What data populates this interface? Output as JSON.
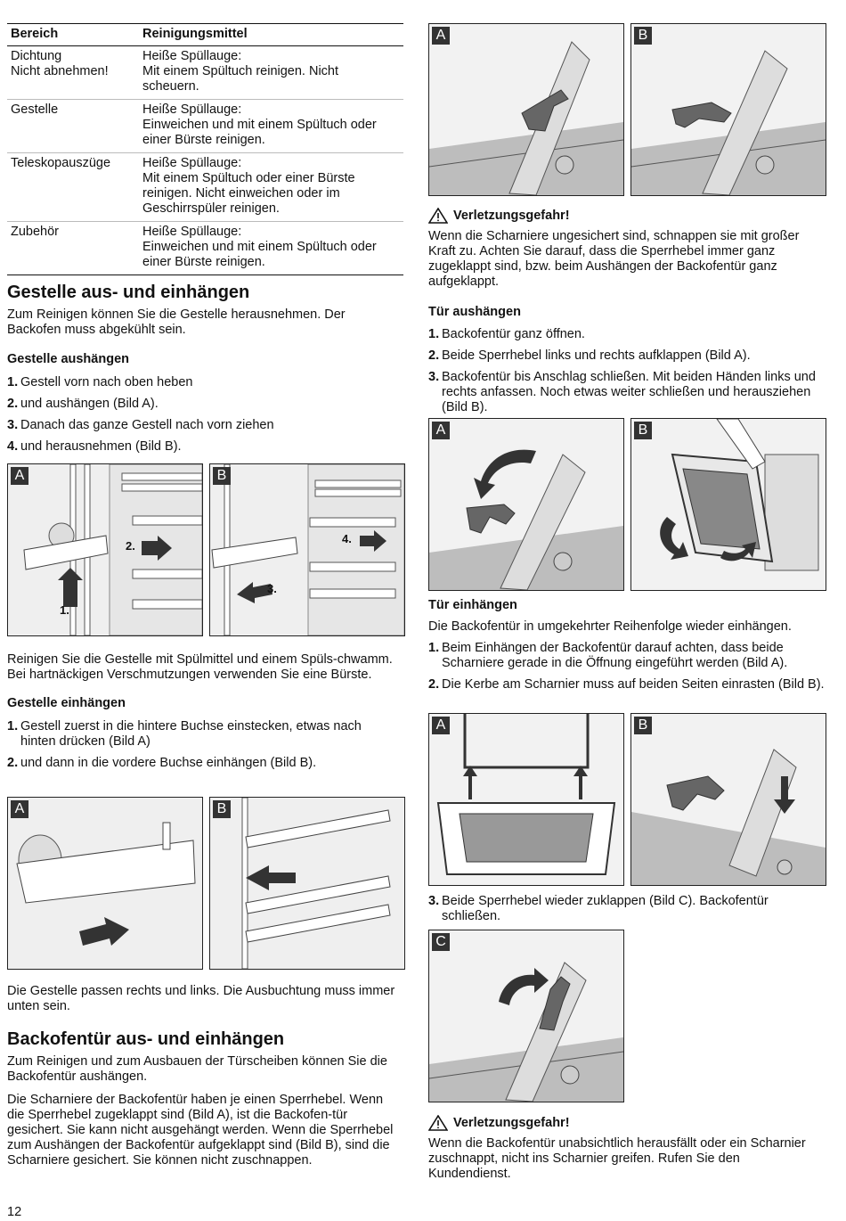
{
  "table": {
    "header": [
      "Bereich",
      "Reinigungsmittel"
    ],
    "rows": [
      {
        "area": [
          "Dichtung",
          "Nicht abnehmen!"
        ],
        "agent": [
          "Heiße Spüllauge:",
          "Mit einem Spültuch reinigen. Nicht",
          "scheuern."
        ]
      },
      {
        "area": [
          "Gestelle"
        ],
        "agent": [
          "Heiße Spüllauge:",
          "Einweichen und mit einem Spültuch oder",
          "einer Bürste reinigen."
        ]
      },
      {
        "area": [
          "Teleskopauszüge"
        ],
        "agent": [
          "Heiße Spüllauge:",
          "Mit einem Spültuch oder einer Bürste",
          "reinigen. Nicht einweichen oder im",
          "Geschirrspüler reinigen."
        ]
      },
      {
        "area": [
          "Zubehör"
        ],
        "agent": [
          "Heiße Spüllauge:",
          "Einweichen und mit einem Spültuch oder",
          "einer Bürste reinigen."
        ]
      }
    ]
  },
  "left": {
    "h_racks": "Gestelle aus- und einhängen",
    "p_racks": "Zum Reinigen können Sie die Gestelle herausnehmen. Der Backofen muss abgekühlt sein.",
    "h_remove": "Gestelle aushängen",
    "remove_steps": [
      {
        "n": "1.",
        "t": "Gestell vorn nach oben heben"
      },
      {
        "n": "2.",
        "t": "und aushängen (Bild A)."
      },
      {
        "n": "3.",
        "t": "Danach das ganze Gestell nach vorn ziehen"
      },
      {
        "n": "4.",
        "t": "und herausnehmen (Bild B)."
      }
    ],
    "fig1": {
      "a": "A",
      "b": "B",
      "l1": "1.",
      "l2": "2.",
      "l3": "3.",
      "l4": "4."
    },
    "p_clean": "Reinigen Sie die Gestelle mit Spülmittel und einem Spüls-chwamm. Bei hartnäckigen Verschmutzungen verwenden Sie eine Bürste.",
    "h_insert": "Gestelle einhängen",
    "insert_steps": [
      {
        "n": "1.",
        "t": "Gestell zuerst in die hintere Buchse einstecken, etwas nach hinten drücken (Bild A)"
      },
      {
        "n": "2.",
        "t": "und dann in die vordere Buchse einhängen (Bild B)."
      }
    ],
    "fig2": {
      "a": "A",
      "b": "B"
    },
    "p_fit": "Die Gestelle passen rechts und links. Die Ausbuchtung muss immer unten sein.",
    "h_door": "Backofentür aus- und einhängen",
    "p_door1": "Zum Reinigen und zum Ausbauen der Türscheiben können Sie die Backofentür aushängen.",
    "p_door2": "Die Scharniere der Backofentür haben je einen Sperrhebel. Wenn die Sperrhebel zugeklappt sind (Bild A), ist die Backofen-tür gesichert. Sie kann nicht ausgehängt werden. Wenn die Sperrhebel zum Aushängen der Backofentür aufgeklappt sind (Bild B), sind die Scharniere gesichert. Sie können nicht zuschnappen."
  },
  "right": {
    "fig3": {
      "a": "A",
      "b": "B"
    },
    "warn1_title": "Verletzungsgefahr!",
    "warn1_text": "Wenn die Scharniere ungesichert sind, schnappen sie mit großer Kraft zu. Achten Sie darauf, dass die Sperrhebel immer ganz zugeklappt sind, bzw. beim Aushängen der Backofentür ganz aufgeklappt.",
    "h_door_remove": "Tür aushängen",
    "door_remove_steps": [
      {
        "n": "1.",
        "t": "Backofentür ganz öffnen."
      },
      {
        "n": "2.",
        "t": "Beide Sperrhebel links und rechts aufklappen (Bild A)."
      },
      {
        "n": "3.",
        "t": "Backofentür bis Anschlag schließen. Mit beiden Händen links und rechts anfassen. Noch etwas weiter schließen und herausziehen (Bild B)."
      }
    ],
    "fig4": {
      "a": "A",
      "b": "B"
    },
    "h_door_insert": "Tür einhängen",
    "p_door_insert": "Die Backofentür in umgekehrter Reihenfolge wieder einhängen.",
    "door_insert_steps": [
      {
        "n": "1.",
        "t": "Beim Einhängen der Backofentür darauf achten, dass beide Scharniere gerade in die Öffnung eingeführt werden (Bild A)."
      },
      {
        "n": "2.",
        "t": "Die Kerbe am Scharnier muss auf beiden Seiten einrasten (Bild B)."
      }
    ],
    "fig5": {
      "a": "A",
      "b": "B"
    },
    "step3": {
      "n": "3.",
      "t": "Beide Sperrhebel wieder zuklappen (Bild C). Backofentür schließen."
    },
    "fig6": {
      "c": "C"
    },
    "warn2_title": "Verletzungsgefahr!",
    "warn2_text": "Wenn die Backofentür unabsichtlich herausfällt oder ein Scharnier zuschnappt, nicht ins Scharnier greifen. Rufen Sie den Kundendienst."
  },
  "page_number": "12"
}
